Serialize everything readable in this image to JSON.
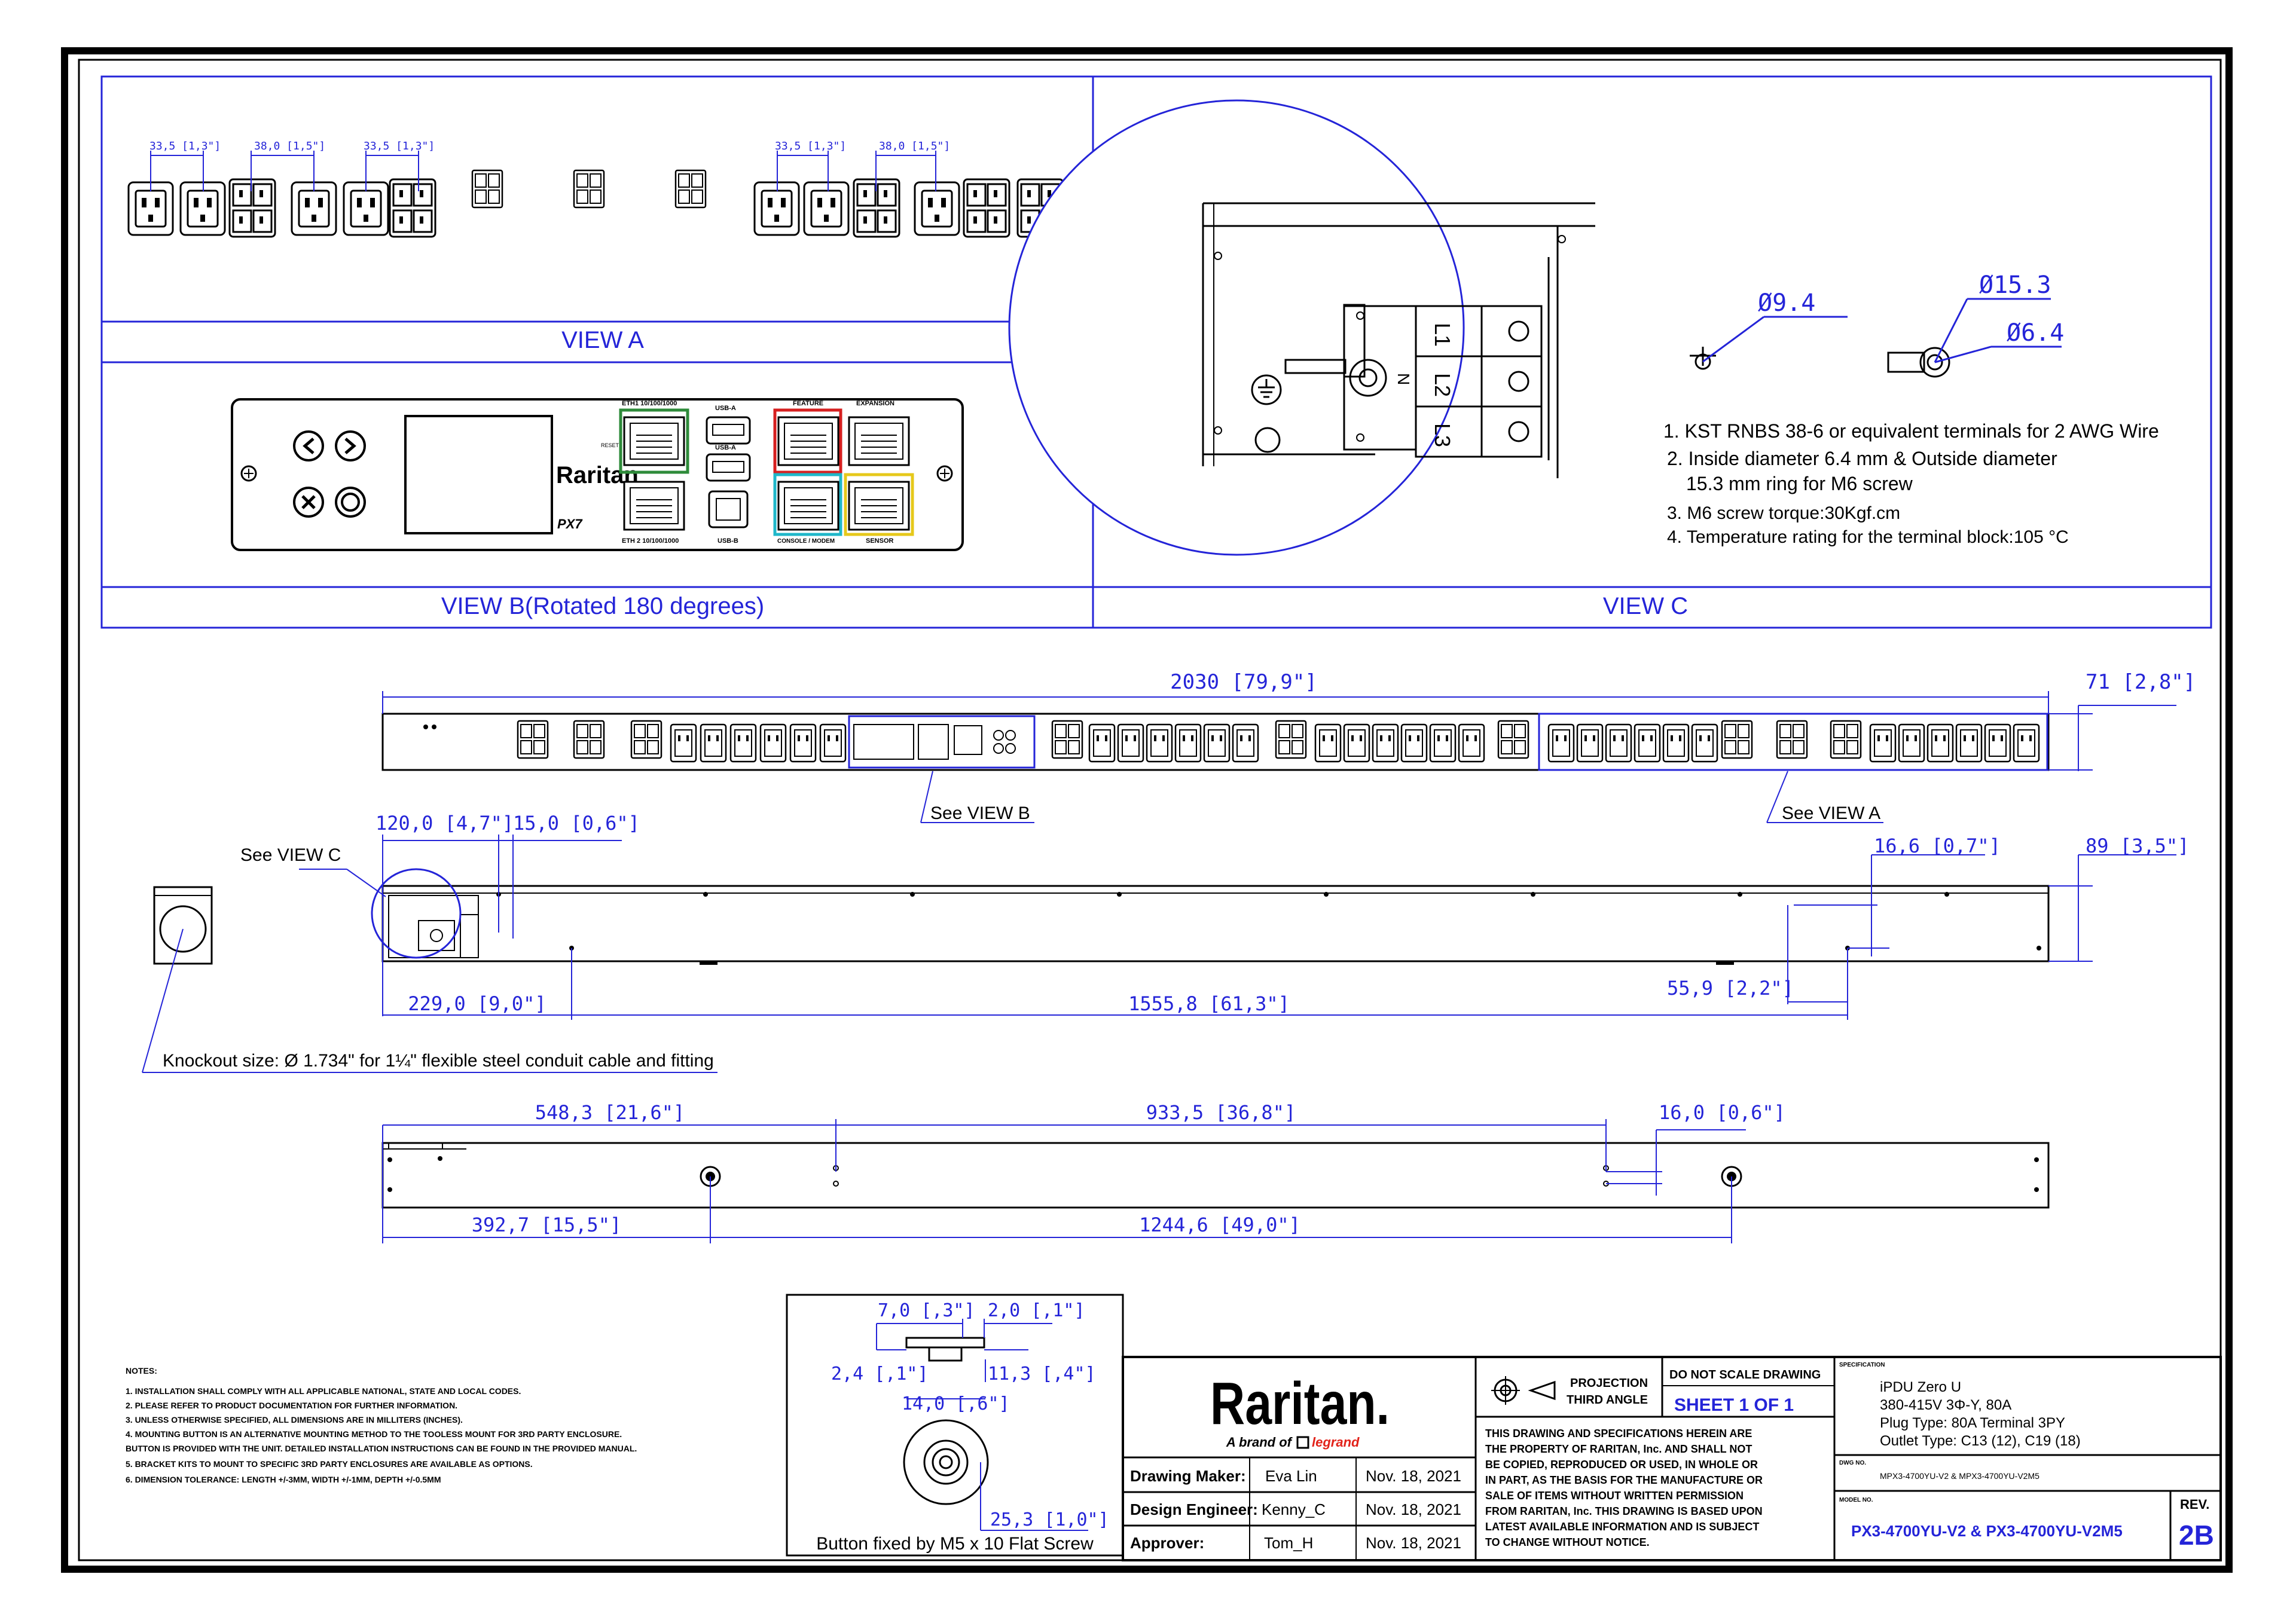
{
  "views": {
    "a": "VIEW A",
    "b": "VIEW B(Rotated 180 degrees)",
    "c": "VIEW C"
  },
  "view_a_dims": [
    "33,5 [1,3\"]",
    "38,0 [1,5\"]",
    "33,5 [1,3\"]",
    "33,5 [1,3\"]",
    "38,0 [1,5\"]"
  ],
  "controller": {
    "brand": "Raritan",
    "model_mark": "PX7",
    "eth1": "ETH1 10/100/1000",
    "eth2": "ETH 2 10/100/1000",
    "usb_a": "USB-A",
    "usb_a2": "USB-A",
    "usb_b": "USB-B",
    "feature": "FEATURE",
    "expansion": "EXPANSION",
    "console": "CONSOLE / MODEM",
    "sensor": "SENSOR",
    "reset": "RESET"
  },
  "view_c_notes": {
    "d1": "Ø9.4",
    "d2": "Ø15.3",
    "d3": "Ø6.4",
    "n1": "1. KST RNBS 38-6 or equivalent terminals for 2 AWG Wire",
    "n2a": "2. Inside diameter 6.4 mm & Outside diameter",
    "n2b": "15.3 mm ring for M6 screw",
    "n3": "3. M6 screw torque:30Kgf.cm",
    "n4": "4. Temperature rating for the terminal block:105 °C",
    "terminals": [
      "L1",
      "L2",
      "L3"
    ],
    "neutral": "N"
  },
  "dimensions": {
    "total_length": "2030 [79,9\"]",
    "width_front": "71 [2,8\"]",
    "see_view_b": "See VIEW B",
    "see_view_a": "See VIEW A",
    "see_view_c": "See VIEW C",
    "d120": "120,0 [4,7\"]",
    "d15": "15,0 [0,6\"]",
    "d16_6": "16,6 [0,7\"]",
    "d89": "89 [3,5\"]",
    "d229": "229,0 [9,0\"]",
    "d1555": "1555,8 [61,3\"]",
    "d55_9": "55,9 [2,2\"]",
    "knockout": "Knockout size: Ø 1.734\" for 1¼\" flexible steel conduit cable and fitting",
    "d548": "548,3 [21,6\"]",
    "d933": "933,5 [36,8\"]",
    "d16_0": "16,0 [0,6\"]",
    "d392": "392,7 [15,5\"]",
    "d1244": "1244,6 [49,0\"]"
  },
  "button_detail": {
    "d7": "7,0 [,3\"]",
    "d2": "2,0 [,1\"]",
    "d2_4": "2,4 [,1\"]",
    "d11_3": "11,3 [,4\"]",
    "d14": "14,0 [,6\"]",
    "d25_3": "25,3 [1,0\"]",
    "caption": "Button fixed by M5 x 10 Flat Screw"
  },
  "notes": {
    "title": "NOTES:",
    "items": [
      "1. INSTALLATION SHALL COMPLY WITH ALL APPLICABLE NATIONAL, STATE AND LOCAL CODES.",
      "2. PLEASE REFER TO PRODUCT DOCUMENTATION FOR FURTHER INFORMATION.",
      "3. UNLESS OTHERWISE SPECIFIED, ALL DIMENSIONS ARE IN MILLITERS (INCHES).",
      "4. MOUNTING BUTTON IS AN ALTERNATIVE MOUNTING METHOD TO THE TOOLESS MOUNT FOR 3RD PARTY ENCLOSURE.",
      "   BUTTON IS PROVIDED WITH THE UNIT. DETAILED INSTALLATION INSTRUCTIONS CAN BE FOUND IN THE PROVIDED MANUAL.",
      "5. BRACKET KITS TO MOUNT TO SPECIFIC 3RD PARTY ENCLOSURES ARE AVAILABLE AS OPTIONS.",
      "6. DIMENSION TOLERANCE: LENGTH +/-3MM, WIDTH +/-1MM, DEPTH +/-0.5MM"
    ]
  },
  "title_block": {
    "logo": "Raritan.",
    "brand_line_a": "A brand of",
    "brand_line_b": "legrand",
    "drawing_maker_label": "Drawing Maker:",
    "drawing_maker": "Eva Lin",
    "drawing_maker_date": "Nov. 18, 2021",
    "design_engineer_label": "Design Engineer:",
    "design_engineer": "Kenny_C",
    "design_engineer_date": "Nov. 18, 2021",
    "approver_label": "Approver:",
    "approver": "Tom_H",
    "approver_date": "Nov. 18, 2021",
    "projection_a": "PROJECTION",
    "projection_b": "THIRD ANGLE",
    "do_not_scale": "DO NOT SCALE DRAWING",
    "sheet": "SHEET 1 OF 1",
    "disclaimer": [
      "THIS DRAWING AND SPECIFICATIONS HEREIN ARE",
      "THE PROPERTY OF RARITAN, Inc. AND SHALL NOT",
      "BE COPIED, REPRODUCED OR USED, IN WHOLE OR",
      "IN PART, AS THE BASIS FOR THE MANUFACTURE OR",
      "SALE OF ITEMS WITHOUT WRITTEN PERMISSION",
      "FROM RARITAN, Inc. THIS DRAWING IS BASED UPON",
      "LATEST AVAILABLE INFORMATION AND IS SUBJECT",
      "TO CHANGE WITHOUT NOTICE."
    ],
    "spec_label": "SPECIFICATION",
    "spec": [
      "iPDU Zero U",
      "380-415V 3Φ-Y, 80A",
      "Plug Type: 80A Terminal 3PY",
      "Outlet Type: C13 (12), C19 (18)"
    ],
    "dwg_label": "DWG NO.",
    "dwg_no": "MPX3-4700YU-V2 & MPX3-4700YU-V2M5",
    "model_label": "MODEL NO.",
    "model_no": "PX3-4700YU-V2 & PX3-4700YU-V2M5",
    "rev_label": "REV.",
    "rev": "2B"
  },
  "colors": {
    "dimension_blue": "#2424d8",
    "eth1_frame": "#2e8b3a",
    "feature_frame": "#d62020",
    "console_frame": "#1fb7c9",
    "sensor_frame": "#e6c81a",
    "legrand_red": "#e2231a"
  }
}
